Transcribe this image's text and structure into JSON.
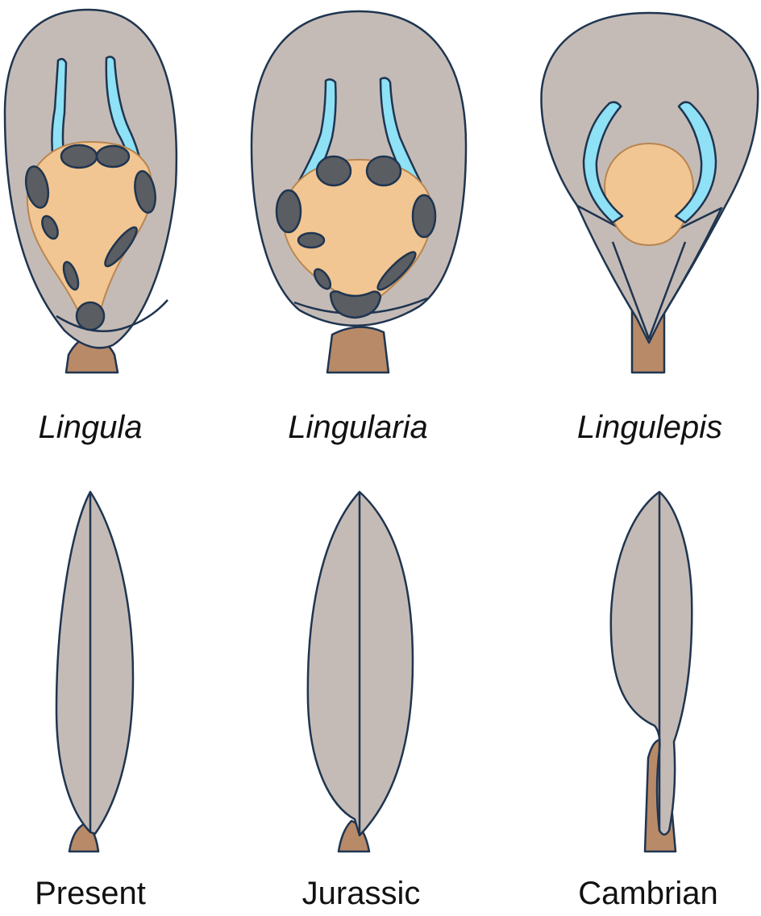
{
  "specimens": [
    {
      "genus": "Lingula",
      "period": "Present"
    },
    {
      "genus": "Lingularia",
      "period": "Jurassic"
    },
    {
      "genus": "Lingulepis",
      "period": "Cambrian"
    }
  ],
  "colors": {
    "shell": "#c5bbb6",
    "outline": "#1f3550",
    "body": "#f2c693",
    "body_outline": "#b8854f",
    "muscle_scar": "#5a5d62",
    "mantle_canal": "#8fe1f5",
    "pedicle": "#b88a68",
    "background": "#ffffff"
  }
}
